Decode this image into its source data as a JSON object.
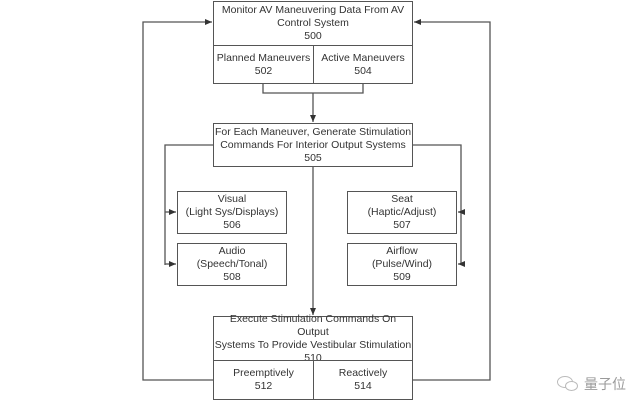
{
  "diagram": {
    "box_500": {
      "title_line1": "Monitor AV Maneuvering Data From AV",
      "title_line2": "Control System",
      "ref": "500",
      "left": {
        "label": "Planned Maneuvers",
        "ref": "502"
      },
      "right": {
        "label": "Active Maneuvers",
        "ref": "504"
      }
    },
    "box_505": {
      "title_line1": "For Each Maneuver, Generate Stimulation",
      "title_line2": "Commands For Interior Output Systems",
      "ref": "505"
    },
    "box_506": {
      "line1": "Visual",
      "line2": "(Light Sys/Displays)",
      "ref": "506"
    },
    "box_508": {
      "line1": "Audio",
      "line2": "(Speech/Tonal)",
      "ref": "508"
    },
    "box_507": {
      "line1": "Seat",
      "line2": "(Haptic/Adjust)",
      "ref": "507"
    },
    "box_509": {
      "line1": "Airflow",
      "line2": "(Pulse/Wind)",
      "ref": "509"
    },
    "box_510": {
      "title_line1": "Execute Stimulation Commands On Output",
      "title_line2": "Systems To Provide Vestibular Stimulation",
      "ref": "510",
      "left": {
        "label": "Preemptively",
        "ref": "512"
      },
      "right": {
        "label": "Reactively",
        "ref": "514"
      }
    }
  },
  "watermark": {
    "icon": "wechat-icon",
    "text": "量子位"
  }
}
